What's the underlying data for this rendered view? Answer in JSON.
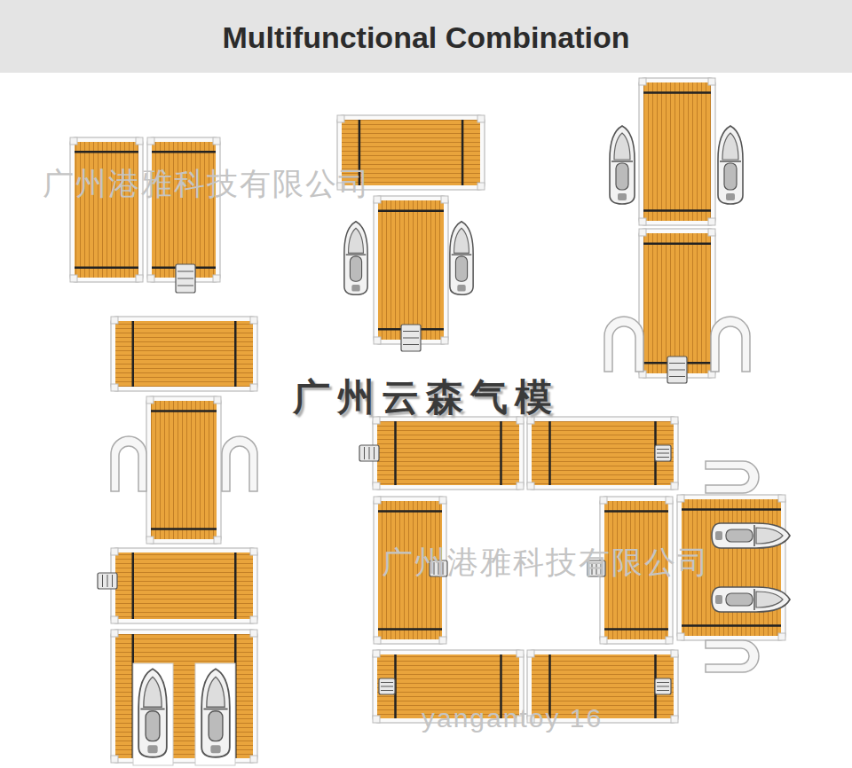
{
  "diagram": {
    "title": "Multifunctional Combination",
    "labels": [
      "广州港雅科技有限公司",
      "广州云森气模",
      "广州港雅科技有限公司",
      "yangantoy 16"
    ]
  }
}
